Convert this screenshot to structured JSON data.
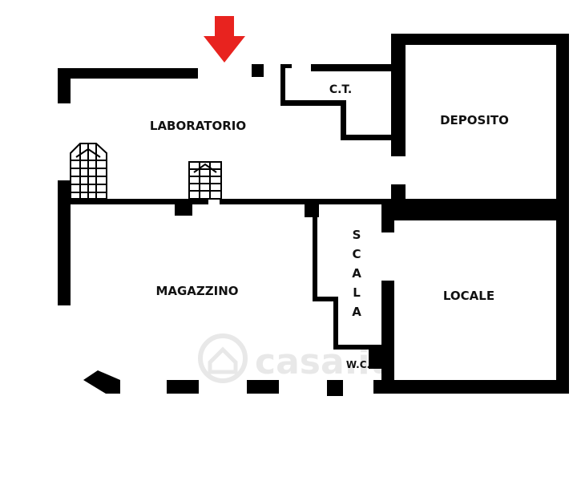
{
  "floor_plan": {
    "rooms": {
      "laboratorio": "LABORATORIO",
      "ct": "C.T.",
      "deposito": "DEPOSITO",
      "magazzino": "MAGAZZINO",
      "scala": [
        "S",
        "C",
        "A",
        "L",
        "A"
      ],
      "locale": "LOCALE",
      "wc": "W.C."
    },
    "watermark": "casa.it",
    "colors": {
      "wall": "#000000",
      "background": "#ffffff",
      "entrance_arrow": "#e8231f",
      "watermark": "#d6d6d6"
    },
    "icons": {
      "entrance": "arrow-down-icon",
      "stairs": "staircase-icon"
    }
  }
}
